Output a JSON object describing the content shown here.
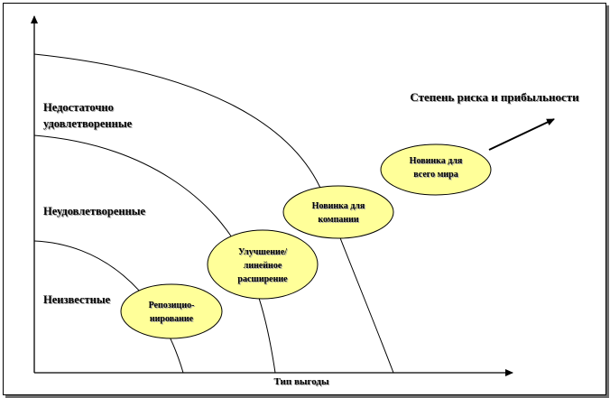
{
  "diagram": {
    "y_axis_labels": {
      "insufficient_line1": "Недостаточно",
      "insufficient_line2": "удовлетворенные",
      "unsatisfied": "Неудовлетворенные",
      "unknown": "Неизвестные"
    },
    "x_axis_label": "Тип выгоды",
    "risk_label": "Степень риска и прибыльности",
    "bubbles": {
      "repositioning_line1": "Репозицио-",
      "repositioning_line2": "нирование",
      "improvement_line1": "Улучшение/",
      "improvement_line2": "линейное",
      "improvement_line3": "расширение",
      "new_company_line1": "Новинка для",
      "new_company_line2": "компании",
      "new_world_line1": "Новинка для",
      "new_world_line2": "всего мира"
    },
    "colors": {
      "bubble_fill": "#ffff99",
      "line": "#000000",
      "shadow": "#6e6e6e"
    }
  }
}
